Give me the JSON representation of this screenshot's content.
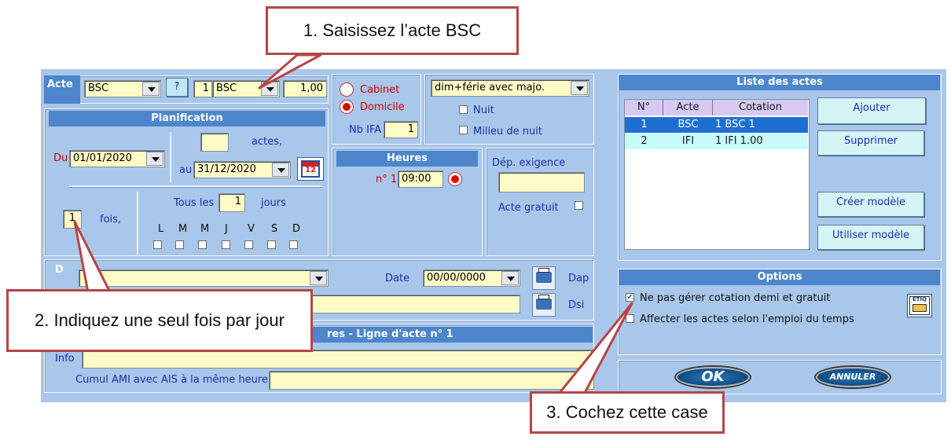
{
  "callouts": {
    "c1": "1. Saisissez l’acte BSC",
    "c2": "2. Indiquez une seul fois par jour",
    "c3": "3. Cochez cette case"
  },
  "acte": {
    "label": "Acte",
    "code": "BSC",
    "help": "?",
    "qty": "1",
    "code2": "BSC",
    "coef": "1,00"
  },
  "lieu": {
    "cabinet": "Cabinet",
    "domicile": "Domicile",
    "nb_ifa_label": "Nb IFA",
    "nb_ifa": "1"
  },
  "majoration": {
    "value": "dim+férie avec majo.",
    "nuit": "Nuit",
    "milieu_nuit": "Milieu de nuit"
  },
  "planif": {
    "title": "Planification",
    "du_label": "Du",
    "du": "01/01/2020",
    "actes_label": "actes,",
    "au_label": "au",
    "au": "31/12/2020",
    "calendar_icon_text": "12",
    "fois_value": "1",
    "fois_label": "fois,",
    "tous_les": "Tous les",
    "tous_value": "1",
    "jours": "jours",
    "days": [
      "L",
      "M",
      "M",
      "J",
      "V",
      "S",
      "D"
    ]
  },
  "heures": {
    "title": "Heures",
    "n1_label": "n° 1",
    "n1_value": "09:00"
  },
  "dep": {
    "label": "Dép. exigence",
    "gratuit": "Acte gratuit"
  },
  "prescription": {
    "d_label": "D",
    "date_label": "Date",
    "date_value": "00/00/0000",
    "dap": "Dap",
    "dsi": "Dsi"
  },
  "ligne": {
    "title": "res - Ligne d'acte n° 1",
    "info": "Info",
    "cumul": "Cumul AMI avec AIS à la même heure"
  },
  "liste": {
    "title": "Liste des actes",
    "headers": [
      "N°",
      "Acte",
      "Cotation"
    ],
    "rows": [
      [
        "1",
        "BSC",
        "1 BSC 1"
      ],
      [
        "2",
        "IFI",
        "1 IFI 1.00"
      ]
    ],
    "ajouter": "Ajouter",
    "supprimer": "Supprimer",
    "creer": "Créer modèle",
    "utiliser": "Utiliser modèle"
  },
  "options": {
    "title": "Options",
    "opt1": "Ne pas gérer cotation demi et gratuit",
    "opt2": "Affecter les actes selon l'emploi du temps",
    "etiq": "ETIQ"
  },
  "footer": {
    "ok": "OK",
    "annuler": "ANNULER"
  },
  "colors": {
    "bg": "#a9c7ea",
    "header": "#4d86cc",
    "field": "#fdfbc6",
    "callout_border": "#b84446",
    "selected_row": "#1f6fd3"
  }
}
